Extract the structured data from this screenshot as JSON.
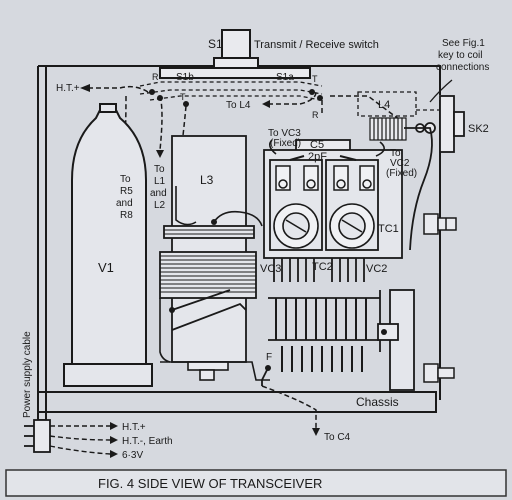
{
  "figure": {
    "caption": "FIG. 4   SIDE VIEW OF TRANSCEIVER",
    "labels": {
      "s1": "S1",
      "s1_desc": "Transmit / Receive switch",
      "s1a": "S1a",
      "s1b": "S1b",
      "see_fig_line1": "See Fig.1",
      "see_fig_line2": "key to coil",
      "see_fig_line3": "connections",
      "ht_plus_top": "H.T.+",
      "to_l4": "To L4",
      "l4": "L4",
      "sk2": "SK2",
      "to_vc3_1": "To VC3",
      "to_vc3_2": "(Fixed)",
      "c5": "C5",
      "c5_val": "2pF",
      "to_vc2_1": "To",
      "to_vc2_2": "VC2",
      "to_vc2_3": "(Fixed)",
      "to_r5_1": "To",
      "to_r5_2": "R5",
      "to_r5_3": "and",
      "to_r5_4": "R8",
      "to_l1_1": "To",
      "to_l1_2": "L1",
      "to_l1_3": "and",
      "to_l1_4": "L2",
      "l3": "L3",
      "tc1": "TC1",
      "tc2": "TC2",
      "vc3": "VC3",
      "vc2": "VC2",
      "v1": "V1",
      "r_left": "R",
      "t_left": "T",
      "t_right": "T",
      "r_right": "R",
      "f": "F",
      "chassis": "Chassis",
      "to_c4": "To C4",
      "power_cable": "Power supply cable",
      "out_ht_plus": "H.T.+",
      "out_ht_minus": "H.T.-, Earth",
      "out_63v": "6·3V"
    }
  },
  "colors": {
    "paper": "#d6d9df",
    "ink": "#1a1a1a"
  }
}
